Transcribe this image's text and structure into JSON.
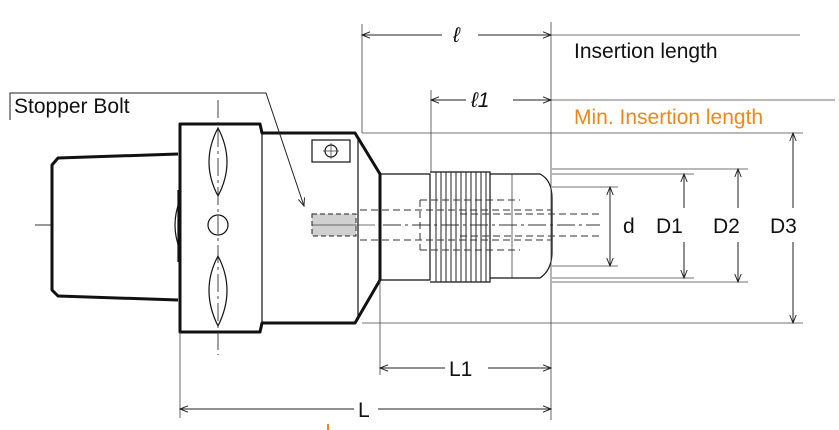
{
  "labels": {
    "stopper_bolt": "Stopper Bolt",
    "insertion_length": "Insertion length",
    "min_insertion_length": "Min. Insertion length",
    "l": "ℓ",
    "l1": "ℓ1",
    "L": "L",
    "L1": "L1",
    "d": "d",
    "D1": "D1",
    "D2": "D2",
    "D3": "D3"
  },
  "colors": {
    "min_insertion_accent": "#e8891e",
    "line": "#111111"
  }
}
